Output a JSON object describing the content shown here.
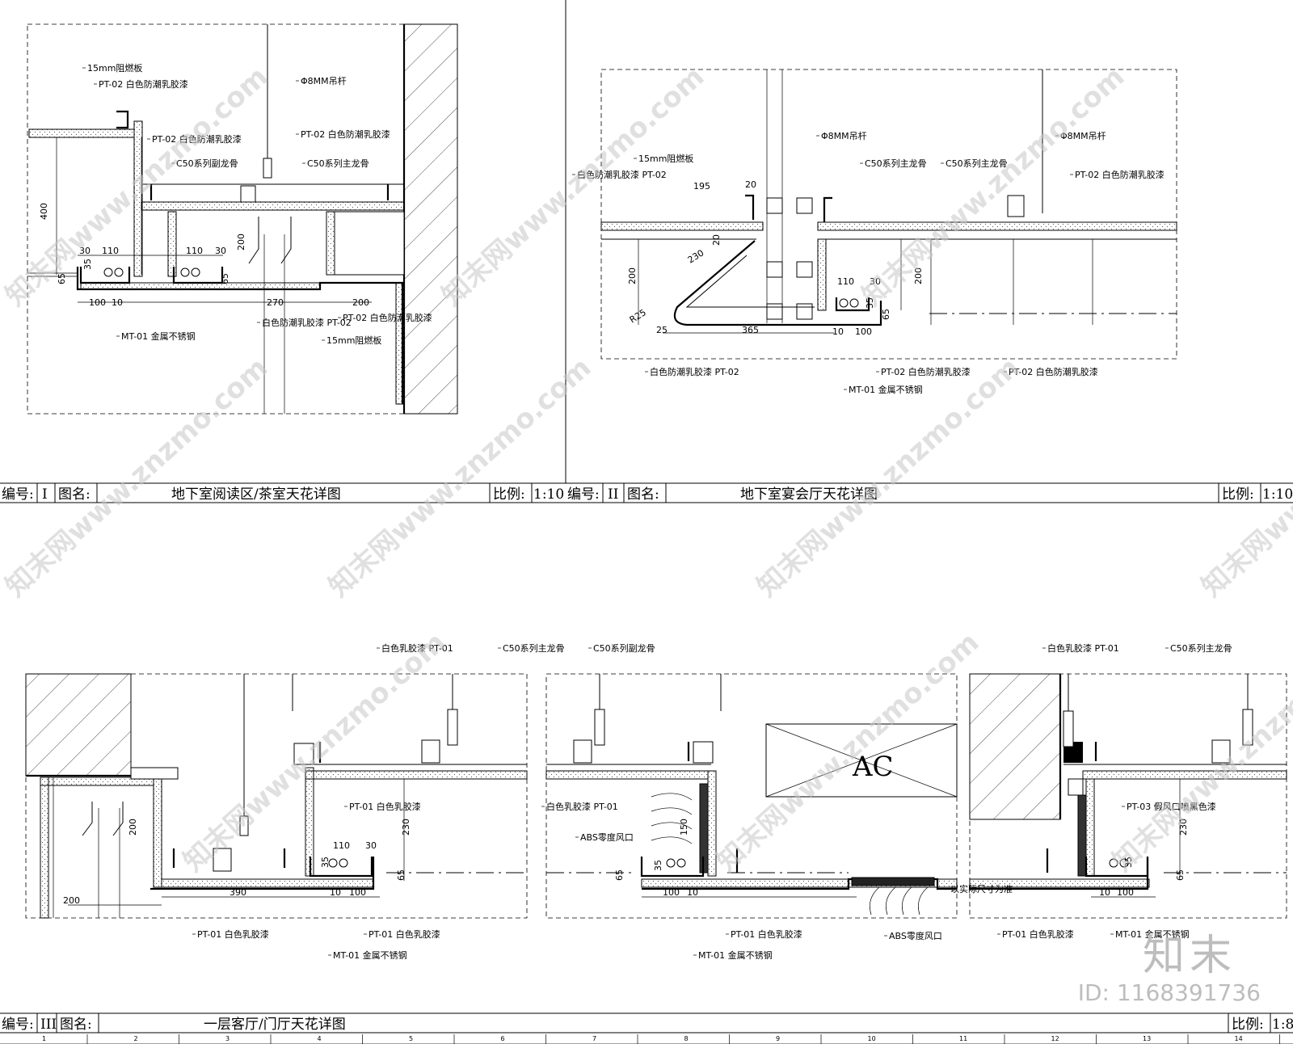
{
  "watermark": "知末网www.znzmo.com",
  "logo": "知末",
  "image_id": "ID: 1168391736",
  "title_labels": {
    "number": "编号:",
    "name": "图名:",
    "scale": "比例:"
  },
  "drawings": [
    {
      "number": "I",
      "title": "地下室阅读区/茶室天花详图",
      "scale": "1:10",
      "callouts": [
        "15mm阻燃板",
        "PT-02 白色防潮乳胶漆",
        "Φ8MM吊杆",
        "PT-02 白色防潮乳胶漆",
        "PT-02 白色防潮乳胶漆",
        "C50系列副龙骨",
        "C50系列主龙骨",
        "PT-02 白色防潮乳胶漆",
        "白色防潮乳胶漆 PT-02",
        "MT-01 金属不锈钢",
        "15mm阻燃板"
      ],
      "dims": [
        "400",
        "30",
        "110",
        "110",
        "30",
        "200",
        "35",
        "65",
        "65",
        "100",
        "10",
        "270",
        "200"
      ]
    },
    {
      "number": "II",
      "title": "地下室宴会厅天花详图",
      "scale": "1:10",
      "callouts": [
        "Φ8MM吊杆",
        "Φ8MM吊杆",
        "15mm阻燃板",
        "白色防潮乳胶漆 PT-02",
        "C50系列主龙骨",
        "C50系列主龙骨",
        "PT-02 白色防潮乳胶漆",
        "白色防潮乳胶漆 PT-02",
        "PT-02 白色防潮乳胶漆",
        "PT-02 白色防潮乳胶漆",
        "MT-01 金属不锈钢"
      ],
      "dims": [
        "195",
        "20",
        "230",
        "20",
        "200",
        "R25",
        "25",
        "365",
        "110",
        "30",
        "35",
        "200",
        "65",
        "10",
        "100"
      ]
    },
    {
      "number": "III",
      "title": "一层客厅/门厅天花详图",
      "scale": "1:8",
      "callouts": [
        "白色乳胶漆 PT-01",
        "C50系列主龙骨",
        "C50系列副龙骨",
        "PT-01 白色乳胶漆",
        "白色乳胶漆 PT-01",
        "ABS零度风口",
        "白色乳胶漆 PT-01",
        "C50系列主龙骨",
        "PT-03 假风口喷黑色漆",
        "PT-01 白色乳胶漆",
        "PT-01 白色乳胶漆",
        "MT-01 金属不锈钢",
        "PT-01 白色乳胶漆",
        "MT-01 金属不锈钢",
        "ABS零度风口",
        "PT-01 白色乳胶漆",
        "MT-01 金属不锈钢",
        "以实际尺寸为准"
      ],
      "dims": [
        "200",
        "200",
        "390",
        "10",
        "100",
        "110",
        "30",
        "230",
        "35",
        "65",
        "150",
        "35",
        "65",
        "10",
        "100",
        "230",
        "35",
        "65",
        "10",
        "100"
      ],
      "ac_label": "AC",
      "grid_numbers": [
        "1",
        "2",
        "3",
        "4",
        "5",
        "6",
        "7",
        "8",
        "9",
        "10",
        "11",
        "12",
        "13",
        "14"
      ]
    }
  ]
}
